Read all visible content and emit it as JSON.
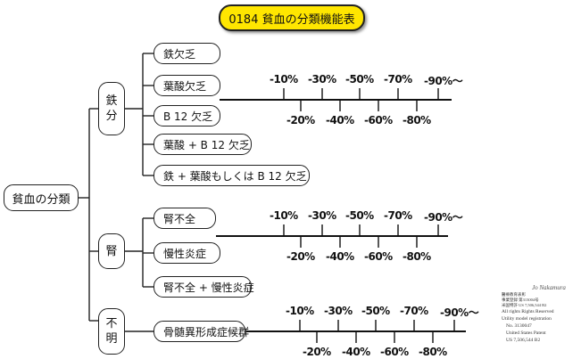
{
  "title": "0184 貧血の分類機能表",
  "root": "貧血の分類",
  "categories": [
    {
      "label_top": "鉄",
      "label_bottom": "分"
    },
    {
      "label": "腎"
    },
    {
      "label_top": "不",
      "label_bottom": "明"
    }
  ],
  "items": [
    "鉄欠乏",
    "葉酸欠乏",
    "B 12 欠乏",
    "葉酸 + B 12 欠乏",
    "鉄 + 葉酸もしくは B 12 欠乏",
    "腎不全",
    "慢性炎症",
    "腎不全 + 慢性炎症",
    "骨髄異形成症候群"
  ],
  "scale": {
    "upper": [
      "-10%",
      "-30%",
      "-50%",
      "-70%",
      "-90%〜"
    ],
    "lower": [
      "-20%",
      "-40%",
      "-60%",
      "-80%"
    ]
  },
  "rights": {
    "signature": "Jo Nakamura",
    "lines": [
      "醫療教育表彰",
      "事業登録 第313004号",
      "米国特許 US 7,506,544 B2"
    ],
    "en": [
      "All rights Rights Reserved",
      "Utility model registration",
      "No. 3130047",
      "United States Patent",
      "US 7,506,544 B2"
    ]
  }
}
